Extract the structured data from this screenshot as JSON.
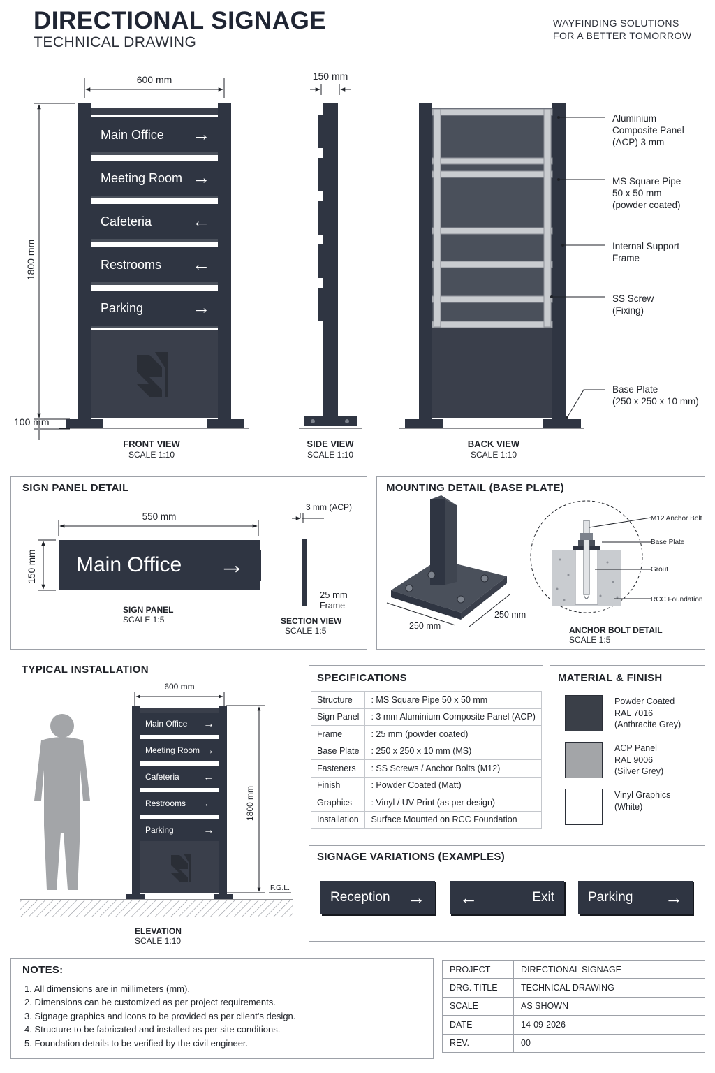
{
  "header": {
    "title": "DIRECTIONAL SIGNAGE",
    "subtitle": "TECHNICAL DRAWING",
    "tagline_1": "WAYFINDING SOLUTIONS",
    "tagline_2": "FOR A BETTER TOMORROW"
  },
  "front_view": {
    "label": "FRONT VIEW",
    "scale": "SCALE 1:10",
    "width_dim": "600 mm",
    "height_dim": "1800 mm",
    "base_dim": "100 mm",
    "signs": [
      {
        "text": "Main Office",
        "arrow": "→"
      },
      {
        "text": "Meeting Room",
        "arrow": "→"
      },
      {
        "text": "Cafeteria",
        "arrow": "←"
      },
      {
        "text": "Restrooms",
        "arrow": "←"
      },
      {
        "text": "Parking",
        "arrow": "→"
      }
    ]
  },
  "side_view": {
    "label": "SIDE VIEW",
    "scale": "SCALE 1:10",
    "depth_dim": "150 mm"
  },
  "back_view": {
    "label": "BACK VIEW",
    "scale": "SCALE 1:10",
    "callouts": [
      "Aluminium\nComposite Panel\n(ACP) 3 mm",
      "MS Square Pipe\n50 x 50 mm\n(powder coated)",
      "Internal Support\nFrame",
      "SS Screw\n(Fixing)",
      "Base Plate\n(250 x 250 x 10 mm)"
    ]
  },
  "sign_panel_detail": {
    "title": "SIGN PANEL DETAIL",
    "width_dim": "550 mm",
    "height_dim": "150 mm",
    "panel_text": "Main Office",
    "panel_arrow": "→",
    "panel_caption": "SIGN PANEL",
    "panel_scale": "SCALE 1:5",
    "acp_dim": "3 mm (ACP)",
    "frame_dim": "25 mm",
    "frame_label": "Frame",
    "section_caption": "SECTION VIEW",
    "section_scale": "SCALE 1:5"
  },
  "mounting_detail": {
    "title": "MOUNTING DETAIL (BASE PLATE)",
    "dim_a": "250 mm",
    "dim_b": "250 mm",
    "bolt_labels": [
      "M12 Anchor Bolt",
      "Base Plate",
      "Grout",
      "RCC Foundation"
    ],
    "caption": "ANCHOR BOLT DETAIL",
    "scale": "SCALE 1:5"
  },
  "typical_installation": {
    "title": "TYPICAL INSTALLATION",
    "width_dim": "600 mm",
    "height_dim": "1800 mm",
    "fgl": "F.G.L.",
    "caption": "ELEVATION",
    "scale": "SCALE 1:10",
    "signs": [
      {
        "text": "Main Office",
        "arrow": "→"
      },
      {
        "text": "Meeting Room",
        "arrow": "→"
      },
      {
        "text": "Cafeteria",
        "arrow": "←"
      },
      {
        "text": "Restrooms",
        "arrow": "←"
      },
      {
        "text": "Parking",
        "arrow": "→"
      }
    ]
  },
  "specifications": {
    "title": "SPECIFICATIONS",
    "rows": [
      {
        "key": "Structure",
        "value": ": MS Square Pipe 50 x 50 mm"
      },
      {
        "key": "Sign Panel",
        "value": ": 3 mm Aluminium Composite Panel (ACP)"
      },
      {
        "key": "Frame",
        "value": ": 25 mm (powder coated)"
      },
      {
        "key": "Base Plate",
        "value": ": 250 x 250 x 10 mm (MS)"
      },
      {
        "key": "Fasteners",
        "value": ": SS Screws / Anchor Bolts (M12)"
      },
      {
        "key": "Finish",
        "value": ": Powder Coated (Matt)"
      },
      {
        "key": "Graphics",
        "value": ": Vinyl / UV Print (as per design)"
      },
      {
        "key": "Installation",
        "value": "Surface Mounted on RCC Foundation"
      }
    ]
  },
  "materials": {
    "title": "MATERIAL & FINISH",
    "items": [
      {
        "lines": [
          "Powder Coated",
          "RAL 7016",
          "(Anthracite Grey)"
        ],
        "color": "#3a3f48"
      },
      {
        "lines": [
          "ACP Panel",
          "RAL 9006",
          "(Silver Grey)"
        ],
        "color": "#a3a5a8"
      },
      {
        "lines": [
          "Vinyl Graphics",
          "(White)"
        ],
        "color": "#ffffff"
      }
    ]
  },
  "variations": {
    "title": "SIGNAGE VARIATIONS (EXAMPLES)",
    "items": [
      {
        "text": "Reception",
        "arrow": "→"
      },
      {
        "text": "Exit",
        "arrow": "←"
      },
      {
        "text": "Parking",
        "arrow": "→"
      }
    ]
  },
  "notes": {
    "title": "NOTES:",
    "items": [
      "1.  All dimensions are in millimeters (mm).",
      "2.  Dimensions can be customized as per project requirements.",
      "3.  Signage graphics and icons to be provided as per client's design.",
      "4.  Structure to be fabricated and installed as per site conditions.",
      "5.  Foundation details to be verified by the civil engineer."
    ]
  },
  "title_block": {
    "rows": [
      {
        "key": "PROJECT",
        "value": "DIRECTIONAL SIGNAGE"
      },
      {
        "key": "DRG. TITLE",
        "value": "TECHNICAL DRAWING"
      },
      {
        "key": "SCALE",
        "value": "AS SHOWN"
      },
      {
        "key": "DATE",
        "value": "14-09-2026"
      },
      {
        "key": "REV.",
        "value": "00"
      }
    ]
  },
  "colors": {
    "frame": "#2f3542",
    "panel_bg": "#3a3f4b",
    "accent_line": "#1f2533",
    "silver": "#c9ccd0"
  }
}
